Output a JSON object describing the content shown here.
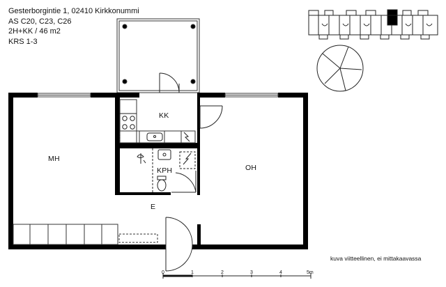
{
  "header": {
    "address": "Gesterborgintie 1, 02410 Kirkkonummi",
    "apartments": "AS C20, C23, C26",
    "type_area": "2H+KK / 46 m2",
    "floors": "KRS 1-3"
  },
  "rooms": {
    "mh": "MH",
    "kk": "KK",
    "kph": "KPH",
    "oh": "OH",
    "e": "E"
  },
  "disclaimer": "kuva viitteellinen, ei mittakaavassa",
  "scale": {
    "labels": [
      "0",
      "1",
      "2",
      "3",
      "4",
      "5m"
    ]
  },
  "colors": {
    "wall": "#000000",
    "line": "#222222",
    "fill": "#ffffff"
  },
  "icons": [
    "compass-icon",
    "key-plan-icon",
    "door-swing-icon",
    "sink-icon",
    "toilet-icon",
    "stove-icon"
  ]
}
